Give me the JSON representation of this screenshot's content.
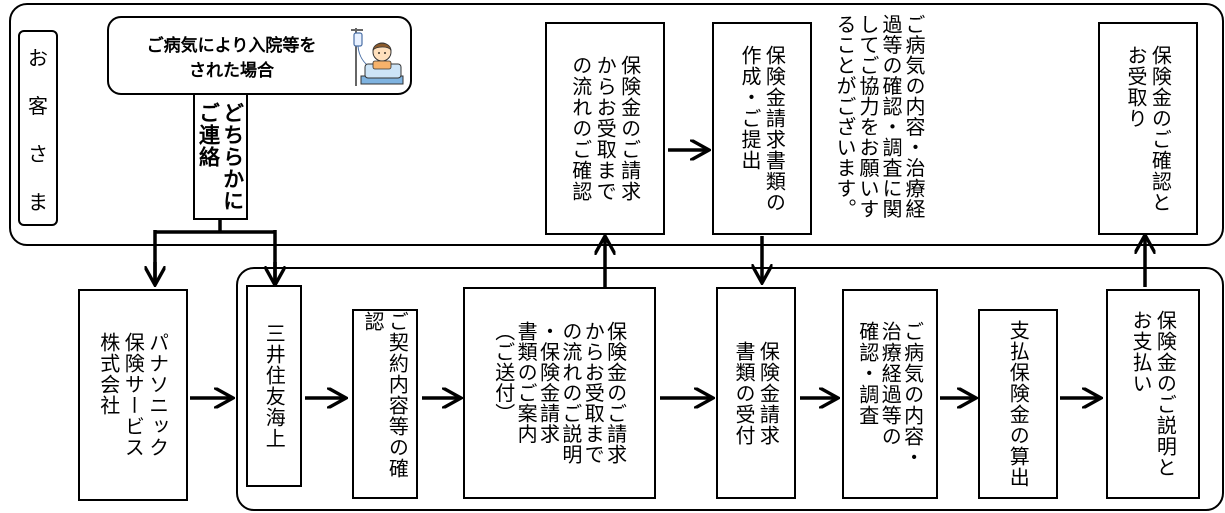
{
  "customer": {
    "chars": [
      "お",
      "客",
      "さ",
      "ま"
    ]
  },
  "callout": {
    "text": "ご病気により入院等を\nされた場合"
  },
  "contact_box": {
    "text": "どちらかに\nご連絡"
  },
  "customer_steps": {
    "explain": "保険金のご請求\nからお受取まで\nの流れのご確認",
    "submit": "保険金請求書類の\n作成・ご提出",
    "cooperate": "ご病気の内容・治療経\n過等の確認・調査に関\nしてご協力をお願いす\nることがございます。",
    "receive": "保険金のご確認と\nお受取り"
  },
  "companies": {
    "panasonic": "パナソニック\n保険サービス\n株式会社",
    "mitsui": "三井住友海上"
  },
  "process_steps": {
    "contract": "ご契約内容等の確認",
    "guide": "保険金のご請求\nからお受取まで\nの流れのご説明\n・保険金請求\n書類のご案内\n（ご送付）",
    "receipt": "保険金請求\n書類の受付",
    "investigate": "ご病気の内容・\n治療経過等の\n確認・調査",
    "calc": "支払保険金の算出",
    "pay": "保険金のご説明と\nお支払い"
  },
  "colors": {
    "line": "#000000",
    "background": "#ffffff"
  }
}
